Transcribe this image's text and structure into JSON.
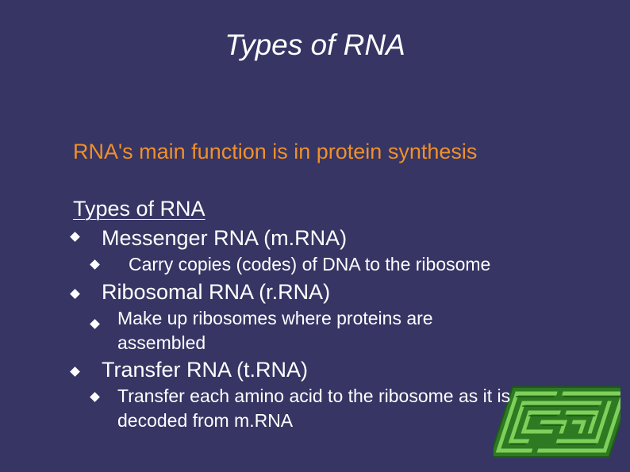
{
  "slide": {
    "title": "Types of RNA",
    "lead": "RNA's main function is in protein synthesis",
    "heading": "Types of RNA",
    "items": [
      {
        "label": "Messenger RNA (m.RNA)",
        "sub": [
          "Carry copies (codes) of DNA to the ribosome"
        ]
      },
      {
        "label": "Ribosomal RNA (r.RNA)",
        "sub": [
          "Make up ribosomes where proteins are",
          "assembled"
        ]
      },
      {
        "label": "Transfer RNA (t.RNA)",
        "sub": [
          "Transfer each amino acid to the ribosome as it is",
          "decoded from m.RNA"
        ]
      }
    ]
  },
  "colors": {
    "background": "#363564",
    "accent_text": "#f0902a",
    "maze_green": "#3f9b2e"
  },
  "icons": {
    "bullet": "diamond-bullet-icon",
    "maze": "maze-clipart-icon"
  }
}
